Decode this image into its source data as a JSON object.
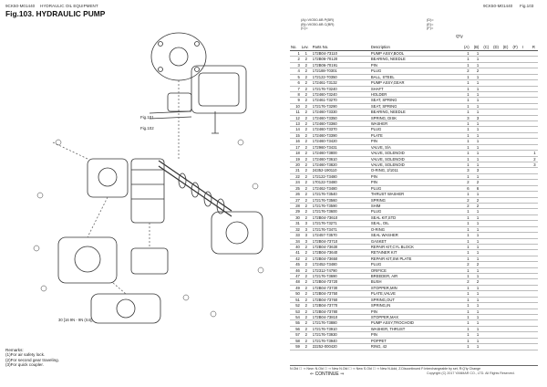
{
  "header": {
    "left_model": "9CK50-M01440",
    "section": "HYDRAULIC OIL EQUIPMENT",
    "right_model": "9CK50-M01440",
    "right_fig": "Fig.103",
    "fig_title": "Fig.103.  HYDRAULIC PUMP"
  },
  "legend": [
    "(A)=VIO50-6B P(BR)",
    "(B)=VIO50-6B C(BR)",
    "(C)="
  ],
  "legend_right": [
    "(D)=",
    "(E)=",
    "(F)="
  ],
  "columns": {
    "no": "No.",
    "lev": "Lev.",
    "parts_no": "Parts No.",
    "description": "Description",
    "qty": "Q'ty",
    "i": "I",
    "r": "R",
    "qty_cols": [
      "(A)",
      "(B)",
      "(C)",
      "(D)",
      "(E)",
      "(F)"
    ]
  },
  "rows": [
    [
      "1",
      "1",
      "172B04-73110",
      "PUMP ASSY,BOOL",
      "1",
      "1",
      ""
    ],
    [
      "2",
      "2",
      "172B06-70120",
      "BEARING, NEEDLE",
      "1",
      "1",
      ""
    ],
    [
      "3",
      "2",
      "172B06-70191",
      "PIN",
      "1",
      "1",
      ""
    ],
    [
      "4",
      "2",
      "172188-70301",
      "PLUG",
      "2",
      "2",
      ""
    ],
    [
      "5",
      "2",
      "172122-70350",
      "BALL, STEEL",
      "1",
      "1",
      ""
    ],
    [
      "6",
      "2",
      "172461-73132",
      "PUMP ASSY,GEAR",
      "1",
      "1",
      ""
    ],
    [
      "7",
      "2",
      "172176-73240",
      "SHAFT",
      "1",
      "1",
      ""
    ],
    [
      "8",
      "2",
      "172460-73240",
      "HOLDER",
      "1",
      "1",
      ""
    ],
    [
      "9",
      "2",
      "172461-73270",
      "SEAT, SPRING",
      "1",
      "1",
      ""
    ],
    [
      "10",
      "2",
      "172176-73290",
      "SEAT, SPRING",
      "1",
      "1",
      ""
    ],
    [
      "11",
      "2",
      "172460-73330",
      "BEARING, NEEDLE",
      "1",
      "1",
      ""
    ],
    [
      "12",
      "2",
      "172460-73350",
      "SPRING, DISK",
      "3",
      "3",
      ""
    ],
    [
      "13",
      "2",
      "172460-73360",
      "WASHER",
      "1",
      "1",
      ""
    ],
    [
      "14",
      "2",
      "172460-73370",
      "PLUG",
      "1",
      "1",
      ""
    ],
    [
      "15",
      "2",
      "172460-73390",
      "PLATE",
      "1",
      "1",
      ""
    ],
    [
      "16",
      "2",
      "172460-73420",
      "PIN",
      "1",
      "1",
      ""
    ],
    [
      "17",
      "2",
      "172960-73431",
      "VALVE, S/A",
      "1",
      "1",
      ""
    ],
    [
      "18",
      "2",
      "172460-73800",
      "VALVE, SOLENOID",
      "1",
      "1",
      "1"
    ],
    [
      "19",
      "2",
      "172460-73610",
      "VALVE, SOLENOID",
      "1",
      "1",
      "2"
    ],
    [
      "20",
      "2",
      "172460-73820",
      "VALVE, SOLENOID",
      "1",
      "1",
      "3"
    ],
    [
      "21",
      "2",
      "24352-190110",
      "O-RING, 2/1011",
      "3",
      "3",
      ""
    ],
    [
      "22",
      "2",
      "172122-73480",
      "PIN",
      "1",
      "1",
      ""
    ],
    [
      "24",
      "2",
      "170122-73480",
      "PIN",
      "2",
      "2",
      ""
    ],
    [
      "25",
      "2",
      "172462-73480",
      "PLUG",
      "6",
      "6",
      ""
    ],
    [
      "26",
      "2",
      "172176-73540",
      "THRUST WASHER",
      "1",
      "1",
      ""
    ],
    [
      "27",
      "2",
      "172176-73560",
      "SPRING",
      "2",
      "2",
      ""
    ],
    [
      "28",
      "2",
      "172176-73590",
      "SHIM",
      "2",
      "2",
      ""
    ],
    [
      "29",
      "2",
      "172176-73600",
      "PLUG",
      "1",
      "1",
      ""
    ],
    [
      "30",
      "2",
      "172B04-73610",
      "SEAL KIT,STD",
      "1",
      "1",
      ""
    ],
    [
      "31",
      "3",
      "172176-73271",
      "SEAL, OIL",
      "1",
      "1",
      ""
    ],
    [
      "32",
      "3",
      "172176-73471",
      "O-RING",
      "1",
      "1",
      ""
    ],
    [
      "33",
      "3",
      "172457-73570",
      "SEAL WASHER",
      "1",
      "1",
      ""
    ],
    [
      "34",
      "3",
      "172B04-73710",
      "GASKET",
      "1",
      "1",
      ""
    ],
    [
      "40",
      "2",
      "172B04-73630",
      "REPAIR KIT,CYL BLOCK",
      "1",
      "1",
      ""
    ],
    [
      "41",
      "2",
      "172B04-73640",
      "RETAINER KIT",
      "1",
      "1",
      ""
    ],
    [
      "42",
      "2",
      "172B04-73650",
      "REPAIR KIT,SW PLATE",
      "1",
      "1",
      ""
    ],
    [
      "45",
      "2",
      "172452-73480",
      "PLUG",
      "2",
      "2",
      ""
    ],
    [
      "46",
      "2",
      "172312-74790",
      "ORIFICE",
      "1",
      "1",
      ""
    ],
    [
      "47",
      "2",
      "172176-73690",
      "BREEDER, AIR",
      "1",
      "1",
      ""
    ],
    [
      "48",
      "2",
      "172B04-73720",
      "BUSH",
      "2",
      "2",
      ""
    ],
    [
      "49",
      "2",
      "172B04-73730",
      "STOPPER,MIN",
      "1",
      "1",
      ""
    ],
    [
      "50",
      "2",
      "172B04-73750",
      "PLATE,VALVE",
      "1",
      "1",
      ""
    ],
    [
      "51",
      "2",
      "172B04-73760",
      "SPRING,OUT",
      "1",
      "1",
      ""
    ],
    [
      "52",
      "2",
      "172B04-73770",
      "SPRING,IN",
      "1",
      "1",
      ""
    ],
    [
      "53",
      "2",
      "172B04-73780",
      "PIN",
      "1",
      "1",
      ""
    ],
    [
      "54",
      "2",
      "172B04-73810",
      "STOPPER,MAX",
      "1",
      "1",
      ""
    ],
    [
      "55",
      "2",
      "172176-73880",
      "PUMP ASSY,TROCHOID",
      "1",
      "1",
      ""
    ],
    [
      "56",
      "2",
      "172176-73910",
      "WASHER, THRUST",
      "1",
      "1",
      ""
    ],
    [
      "57",
      "2",
      "172176-73930",
      "PIN",
      "1",
      "1",
      ""
    ],
    [
      "58",
      "2",
      "172176-73940",
      "POPPET",
      "1",
      "1",
      ""
    ],
    [
      "59",
      "2",
      "22252-000420",
      "RING, 42",
      "1",
      "1",
      ""
    ]
  ],
  "remarks": {
    "title": "Remarks:",
    "lines": [
      "(1)For air safety lock.",
      "(2)For second gear traveling.",
      "(3)For quick coupler."
    ]
  },
  "footer": {
    "legend_text": "N.Old ☐ ⇒ New: N.Old ☐ ⇒ New  N.Old ☐ ⇒ New  S.Old ☐ ⇒ New  N.Add, Z.Discontinued  F:Interchangeable by set, R:Q'ty Change",
    "continue": "⇐ CONTINUE ⇒",
    "copyright": "Copyright (C) 2017 YANMAR CO., LTD. All Rights Reserved."
  },
  "diagram_labels": {
    "fig101": "Fig.101",
    "fig102": "Fig.102",
    "callout_bottom": "30 [16 9N - 9N (S4)]"
  }
}
